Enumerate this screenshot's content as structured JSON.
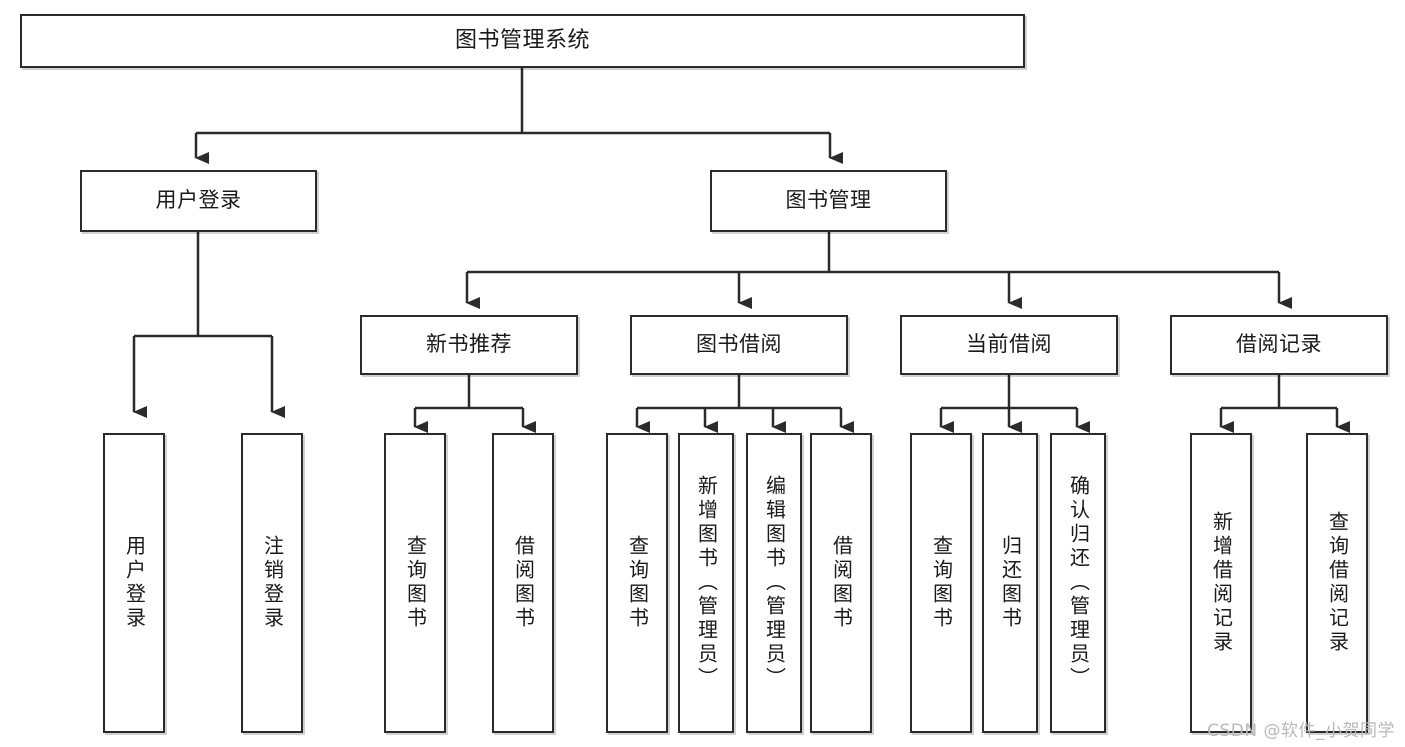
{
  "diagram": {
    "title": "图书管理系统",
    "type": "tree-structure-chart",
    "background_color": "#ffffff",
    "line_color": "#2b2b2b",
    "text_color": "#1a1a1a"
  },
  "nodes": {
    "root": {
      "label": "图书管理系统"
    },
    "level2": [
      {
        "id": "user-login",
        "label": "用户登录"
      },
      {
        "id": "book-manage",
        "label": "图书管理"
      }
    ],
    "level3": [
      {
        "id": "new-book-rec",
        "label": "新书推荐"
      },
      {
        "id": "book-borrow",
        "label": "图书借阅"
      },
      {
        "id": "current-borrow",
        "label": "当前借阅"
      },
      {
        "id": "borrow-record",
        "label": "借阅记录"
      }
    ],
    "leaves": [
      {
        "id": "leaf-user-login",
        "label": "用户登录"
      },
      {
        "id": "leaf-logout",
        "label": "注销登录"
      },
      {
        "id": "leaf-query-book-1",
        "label": "查询图书"
      },
      {
        "id": "leaf-borrow-book-1",
        "label": "借阅图书"
      },
      {
        "id": "leaf-query-book-2",
        "label": "查询图书"
      },
      {
        "id": "leaf-add-book",
        "label": "新增图书（管理员）"
      },
      {
        "id": "leaf-edit-book",
        "label": "编辑图书（管理员）"
      },
      {
        "id": "leaf-borrow-book-2",
        "label": "借阅图书"
      },
      {
        "id": "leaf-query-book-3",
        "label": "查询图书"
      },
      {
        "id": "leaf-return-book",
        "label": "归还图书"
      },
      {
        "id": "leaf-confirm-return",
        "label": "确认归还（管理员）"
      },
      {
        "id": "leaf-add-record",
        "label": "新增借阅记录"
      },
      {
        "id": "leaf-query-record",
        "label": "查询借阅记录"
      }
    ]
  },
  "watermark": {
    "text": "CSDN @软件_小贺同学"
  }
}
